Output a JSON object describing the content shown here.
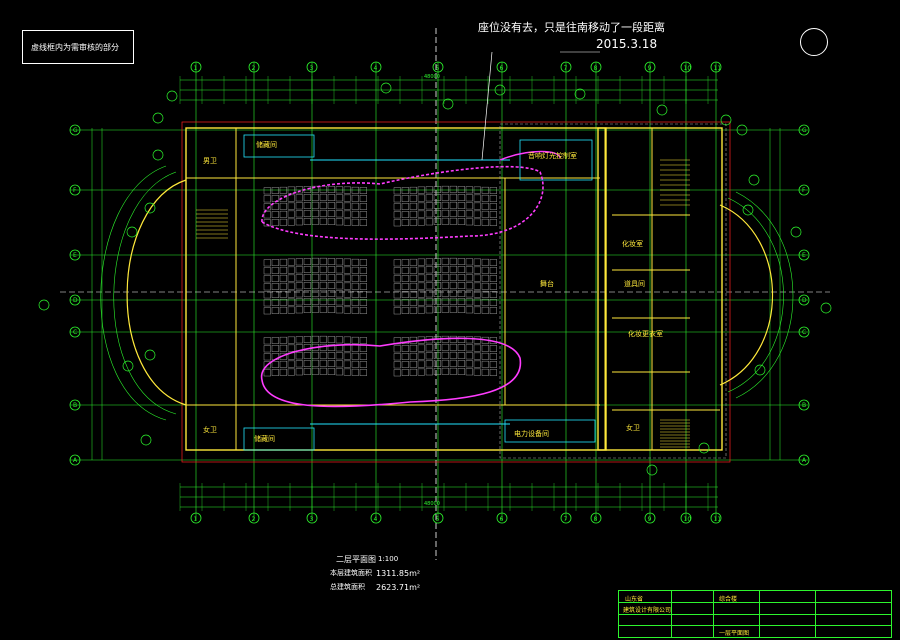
{
  "annotation": {
    "note": "座位没有去，只是往南移动了一段距离",
    "date": "2015.3.18"
  },
  "top_left_note": "虚线框内为需审核的部分",
  "rooms": [
    {
      "id": "toilet-nw",
      "label": "男卫"
    },
    {
      "id": "storage-n",
      "label": "储藏间"
    },
    {
      "id": "lightctrl",
      "label": "音响灯光控制室"
    },
    {
      "id": "stage",
      "label": "舞台"
    },
    {
      "id": "makeup",
      "label": "化妆室"
    },
    {
      "id": "prop",
      "label": "道具间"
    },
    {
      "id": "dressing",
      "label": "化妆更衣室"
    },
    {
      "id": "toilet-sw",
      "label": "女卫"
    },
    {
      "id": "storage-s",
      "label": "储藏间"
    },
    {
      "id": "power",
      "label": "电力设备间"
    },
    {
      "id": "toilet-se",
      "label": "女卫"
    }
  ],
  "plan_title": {
    "title": "二层平面图",
    "scale": "1:100",
    "area1_label": "本层建筑面积",
    "area1_value": "1311.85m²",
    "area2_label": "总建筑面积",
    "area2_value": "2623.71m²"
  },
  "dimensions": {
    "top_total": "48000",
    "bottom_total": "48000"
  },
  "grid_cols": [
    "1",
    "2",
    "3",
    "4",
    "5",
    "6",
    "7",
    "8",
    "9",
    "10",
    "11"
  ],
  "grid_rows": [
    "A",
    "B",
    "C",
    "D",
    "E",
    "F",
    "G"
  ],
  "title_block": {
    "company1": "山东省",
    "company2": "建筑设计有限公司",
    "project": "综合楼",
    "drawing": "一层平面图"
  },
  "colors": {
    "background": "#000000",
    "grid": "#2df52d",
    "wall": "#ffe93b",
    "dim": "#2df52d",
    "highlight": "#ff3cff",
    "axis": "#ffffff",
    "cyan": "#22e5ff",
    "red": "#ff2020"
  }
}
